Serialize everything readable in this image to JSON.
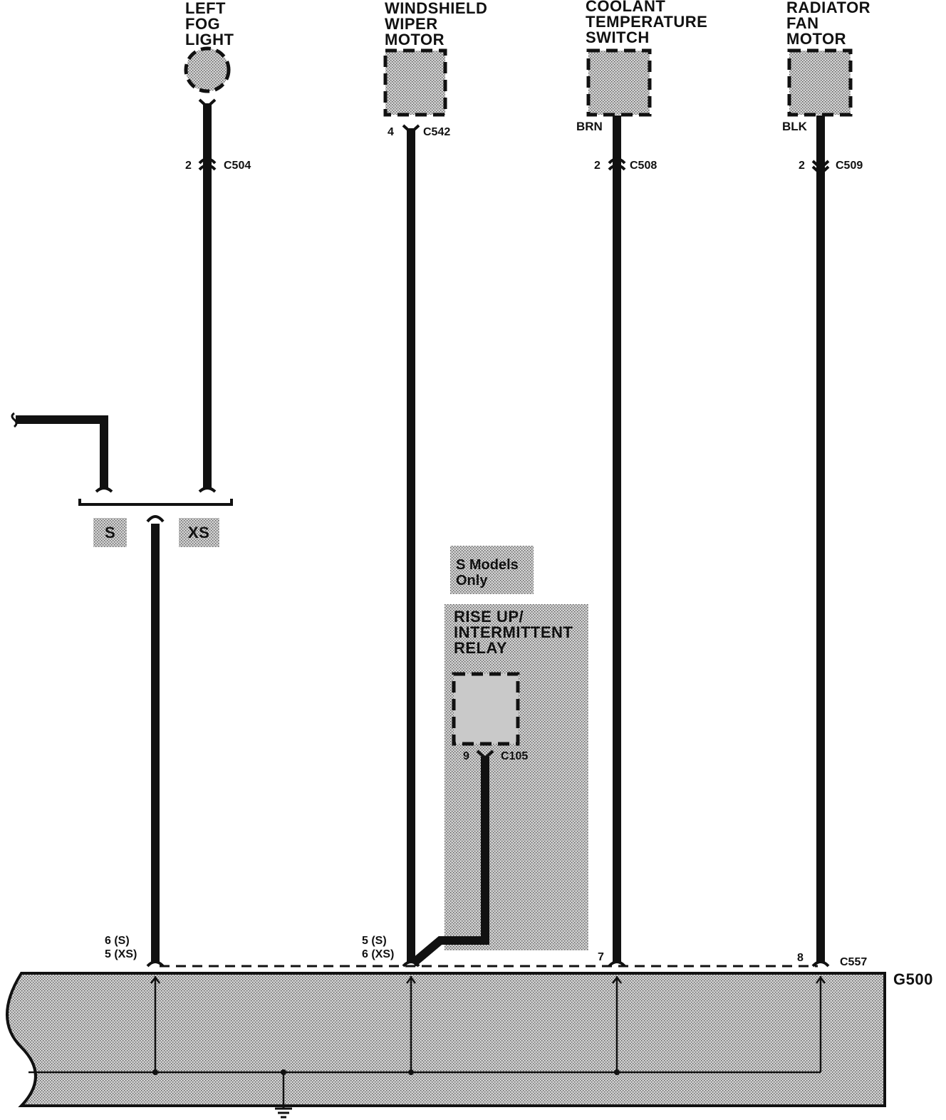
{
  "components": {
    "left_fog_light": [
      "LEFT",
      "FOG",
      "LIGHT"
    ],
    "windshield_wiper_motor": [
      "WINDSHIELD",
      "WIPER",
      "MOTOR"
    ],
    "coolant_temperature_switch": [
      "COOLANT",
      "TEMPERATURE",
      "SWITCH"
    ],
    "radiator_fan_motor": [
      "RADIATOR",
      "FAN",
      "MOTOR"
    ],
    "relay": [
      "RISE UP/",
      "INTERMITTENT",
      "RELAY"
    ]
  },
  "connectors": {
    "c504": {
      "name": "C504",
      "pin": "2"
    },
    "c542": {
      "name": "C542",
      "pin": "4"
    },
    "c508": {
      "name": "C508",
      "pin": "2"
    },
    "c509": {
      "name": "C509",
      "pin": "2"
    },
    "c105": {
      "name": "C105",
      "pin": "9"
    },
    "c557": {
      "name": "C557",
      "pin_fog": [
        "6 (S)",
        "5 (XS)"
      ],
      "pin_wiper": [
        "5 (S)",
        "6 (XS)"
      ],
      "pin_coolant": "7",
      "pin_fan": "8"
    }
  },
  "wire_colors": {
    "coolant": "BRN",
    "fan": "BLK"
  },
  "splice": {
    "s_label": "S",
    "xs_label": "XS"
  },
  "note": [
    "S Models",
    "Only"
  ],
  "ground": {
    "name": "G500"
  }
}
